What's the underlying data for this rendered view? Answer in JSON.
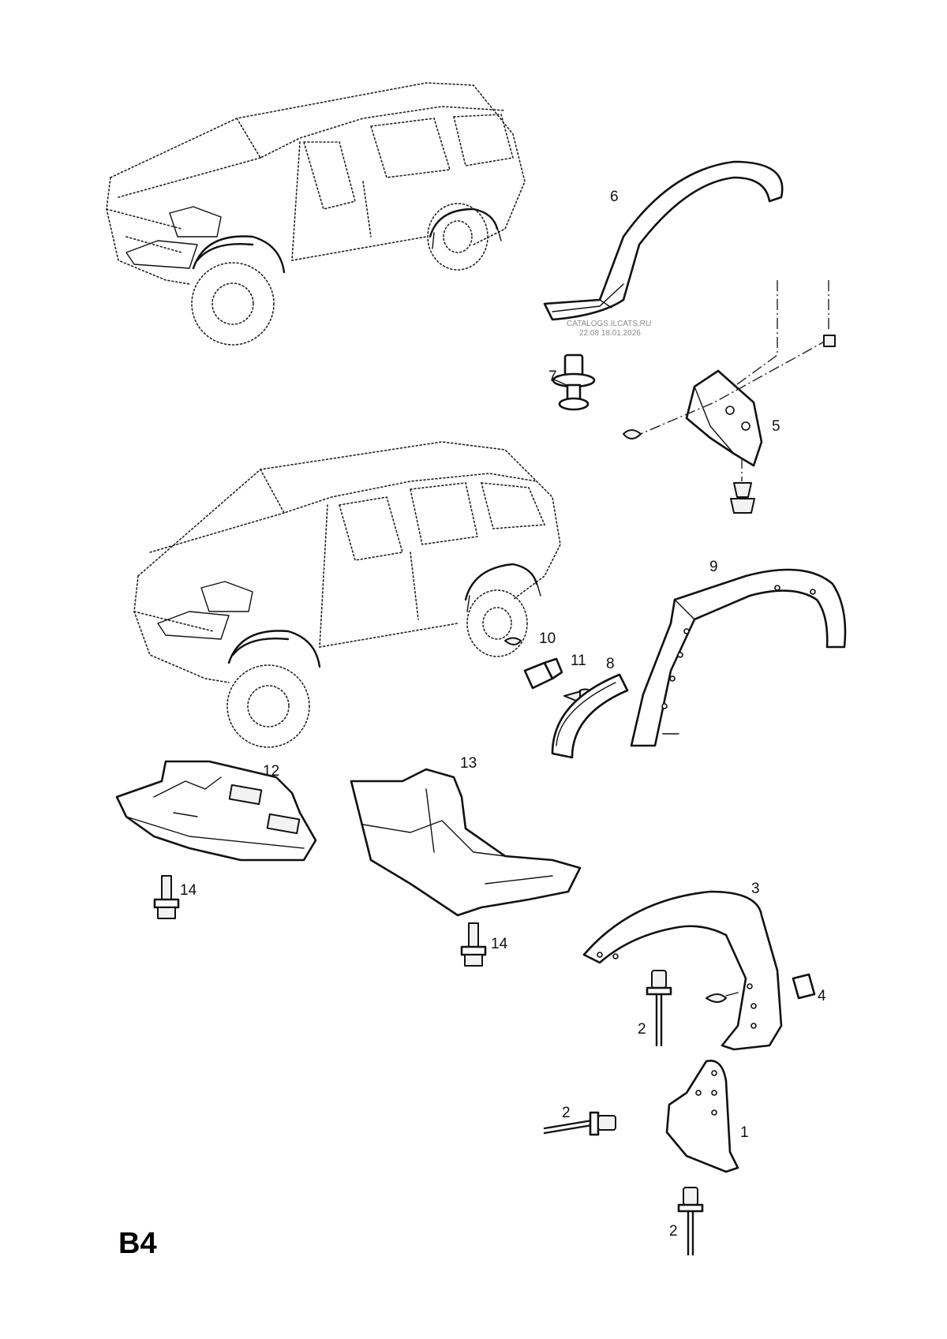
{
  "sheet": {
    "label": "B4"
  },
  "watermark": {
    "line1": "CATALOGS.ILCATS.RU",
    "line2": "22:08 18.01.2026"
  },
  "callouts": [
    {
      "id": "c6",
      "text": "6"
    },
    {
      "id": "c7",
      "text": "7"
    },
    {
      "id": "c5",
      "text": "5"
    },
    {
      "id": "c9",
      "text": "9"
    },
    {
      "id": "c10",
      "text": "10"
    },
    {
      "id": "c11",
      "text": "11"
    },
    {
      "id": "c8",
      "text": "8"
    },
    {
      "id": "c12",
      "text": "12"
    },
    {
      "id": "c13",
      "text": "13"
    },
    {
      "id": "c14a",
      "text": "14"
    },
    {
      "id": "c14b",
      "text": "14"
    },
    {
      "id": "c3",
      "text": "3"
    },
    {
      "id": "c4",
      "text": "4"
    },
    {
      "id": "c2a",
      "text": "2"
    },
    {
      "id": "c2b",
      "text": "2"
    },
    {
      "id": "c1",
      "text": "1"
    },
    {
      "id": "c2c",
      "text": "2"
    }
  ]
}
